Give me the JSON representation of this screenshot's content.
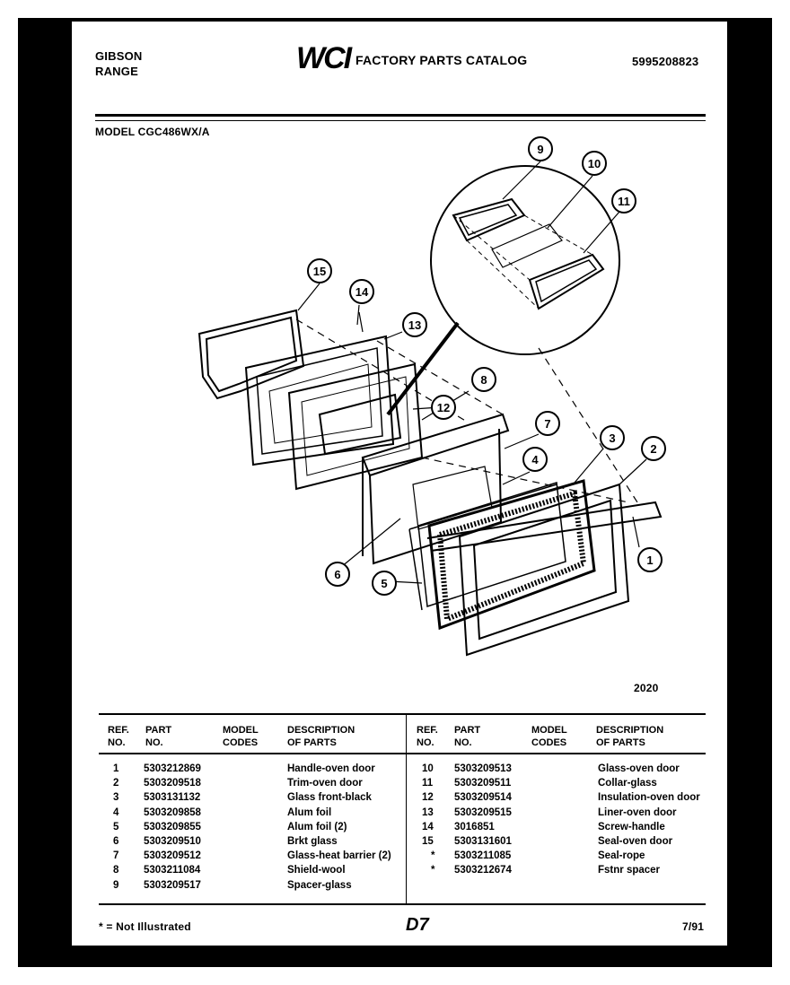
{
  "header": {
    "brand_line1": "GIBSON",
    "brand_line2": "RANGE",
    "logo": "WCI",
    "catalog_title": "FACTORY PARTS CATALOG",
    "catalog_number": "5995208823"
  },
  "model": "MODEL CGC486WX/A",
  "diagram": {
    "callouts": [
      "1",
      "2",
      "3",
      "4",
      "5",
      "6",
      "7",
      "8",
      "9",
      "10",
      "11",
      "12",
      "13",
      "14",
      "15"
    ],
    "figure_number": "2020"
  },
  "table": {
    "headers": {
      "ref": "REF.\nNO.",
      "part": "PART\nNO.",
      "model_codes": "MODEL\nCODES",
      "description": "DESCRIPTION\nOF PARTS"
    },
    "left": [
      {
        "ref": "1",
        "part": "5303212869",
        "desc": "Handle-oven door"
      },
      {
        "ref": "2",
        "part": "5303209518",
        "desc": "Trim-oven door"
      },
      {
        "ref": "3",
        "part": "5303131132",
        "desc": "Glass front-black"
      },
      {
        "ref": "4",
        "part": "5303209858",
        "desc": "Alum foil"
      },
      {
        "ref": "5",
        "part": "5303209855",
        "desc": "Alum foil (2)"
      },
      {
        "ref": "6",
        "part": "5303209510",
        "desc": "Brkt glass"
      },
      {
        "ref": "7",
        "part": "5303209512",
        "desc": "Glass-heat barrier (2)"
      },
      {
        "ref": "8",
        "part": "5303211084",
        "desc": "Shield-wool"
      },
      {
        "ref": "9",
        "part": "5303209517",
        "desc": "Spacer-glass"
      }
    ],
    "right": [
      {
        "ref": "10",
        "part": "5303209513",
        "desc": "Glass-oven door"
      },
      {
        "ref": "11",
        "part": "5303209511",
        "desc": "Collar-glass"
      },
      {
        "ref": "12",
        "part": "5303209514",
        "desc": "Insulation-oven door"
      },
      {
        "ref": "13",
        "part": "5303209515",
        "desc": "Liner-oven door"
      },
      {
        "ref": "14",
        "part": "3016851",
        "desc": "Screw-handle"
      },
      {
        "ref": "15",
        "part": "5303131601",
        "desc": "Seal-oven door"
      },
      {
        "ref": "*",
        "part": "5303211085",
        "desc": "Seal-rope"
      },
      {
        "ref": "*",
        "part": "5303212674",
        "desc": "Fstnr spacer"
      }
    ]
  },
  "footer": {
    "note": "* = Not Illustrated",
    "page_code": "D7",
    "date": "7/91"
  }
}
